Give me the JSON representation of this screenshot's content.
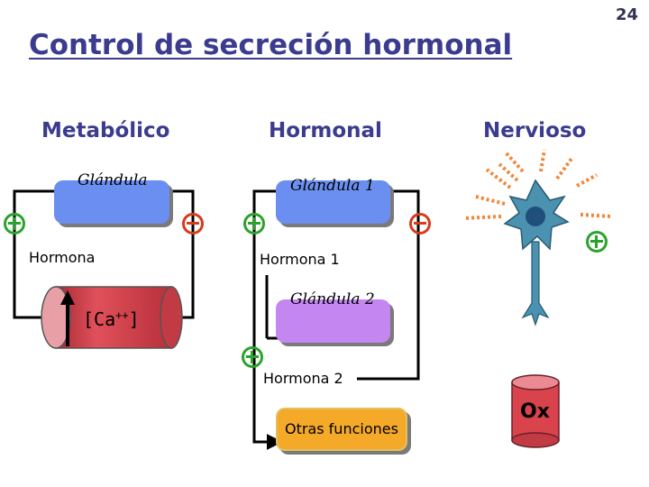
{
  "title": "Control de secreción hormonal",
  "page_number": "24",
  "sections": {
    "metabolic": {
      "header": "Metabólico",
      "gland": "Glándula",
      "hormone": "Hormona",
      "calcium": "[Ca",
      "calcium_sup": "++",
      "calcium_close": "]"
    },
    "hormonal": {
      "header": "Hormonal",
      "gland1": "Glándula 1",
      "hormone1": "Hormona 1",
      "gland2": "Glándula 2",
      "hormone2": "Hormona 2",
      "other": "Otras funciones"
    },
    "nervous": {
      "header": "Nervioso",
      "ox": "Ox"
    }
  },
  "colors": {
    "title": "#3b3b8f",
    "gland_blue": "#6a8ff0",
    "gland_purple": "#c486f0",
    "other_orange": "#f5a928",
    "cylinder_red": "#d8434c",
    "positive": "#2aa32a",
    "negative": "#d83a1c",
    "neuron_body": "#3f86a4",
    "neuron_nucleus": "#1f4f7a",
    "dendrite_dots": "#f0883a"
  },
  "icons": [
    "positive-sign-icon",
    "negative-sign-icon",
    "neuron-icon",
    "cylinder-icon",
    "arrow-icon"
  ]
}
